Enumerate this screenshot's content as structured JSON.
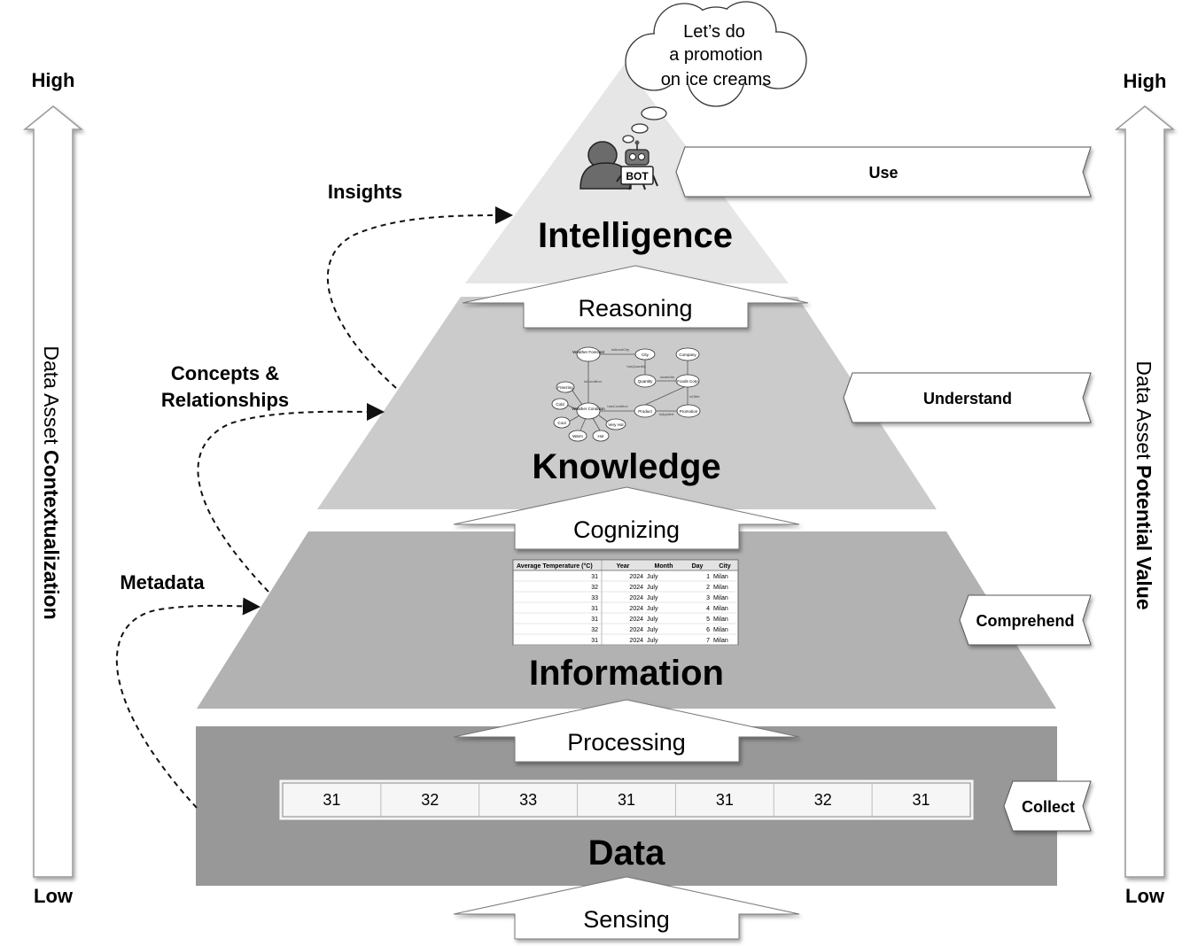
{
  "left_axis": {
    "high": "High",
    "low": "Low",
    "label_prefix": "Data Asset ",
    "label_bold": "Contextualization"
  },
  "right_axis": {
    "high": "High",
    "low": "Low",
    "label_prefix": "Data Asset ",
    "label_bold": "Potential Value"
  },
  "levels": {
    "intelligence": "Intelligence",
    "knowledge": "Knowledge",
    "information": "Information",
    "data": "Data"
  },
  "transitions": {
    "reasoning": "Reasoning",
    "cognizing": "Cognizing",
    "processing": "Processing",
    "sensing": "Sensing"
  },
  "tags": {
    "use": "Use",
    "understand": "Understand",
    "comprehend": "Comprehend",
    "collect": "Collect"
  },
  "side_labels": {
    "insights": "Insights",
    "concepts_line1": "Concepts &",
    "concepts_line2": "Relationships",
    "metadata": "Metadata"
  },
  "thought": {
    "line1": "Let’s do",
    "line2": "a promotion",
    "line3": "on ice creams"
  },
  "bot_label": "BOT",
  "data_values": [
    "31",
    "32",
    "33",
    "31",
    "31",
    "32",
    "31"
  ],
  "info_table": {
    "headers": [
      "Average Temperature (°C)",
      "Year",
      "Month",
      "Day",
      "City"
    ],
    "rows": [
      [
        "31",
        "2024",
        "July",
        "1",
        "Milan"
      ],
      [
        "32",
        "2024",
        "July",
        "2",
        "Milan"
      ],
      [
        "33",
        "2024",
        "July",
        "3",
        "Milan"
      ],
      [
        "31",
        "2024",
        "July",
        "4",
        "Milan"
      ],
      [
        "31",
        "2024",
        "July",
        "5",
        "Milan"
      ],
      [
        "32",
        "2024",
        "July",
        "6",
        "Milan"
      ],
      [
        "31",
        "2024",
        "July",
        "7",
        "Milan"
      ]
    ]
  },
  "graph": {
    "nodes": [
      "Weather Forecast",
      "City",
      "Company",
      "Quantity",
      "Foods Corp",
      "Freezing",
      "Cold",
      "Weather Condition",
      "Product",
      "Promotion",
      "Cool",
      "Warm",
      "Hot",
      "Very Hot"
    ],
    "edges": [
      "isAboutCity",
      "hasQuantity",
      "locatedIn",
      "hasCondition",
      "isCondition",
      "isOwner",
      "isOffer",
      "isApplied",
      "isRelated"
    ]
  }
}
